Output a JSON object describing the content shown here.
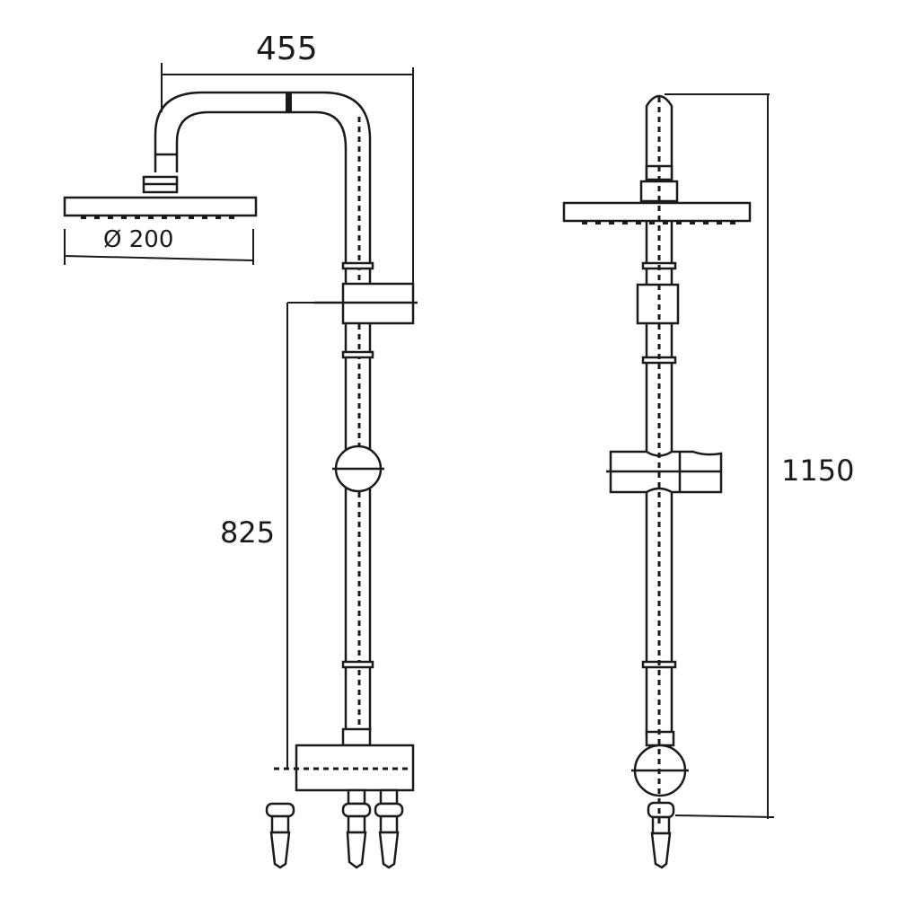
{
  "dimensions": {
    "arm_reach": "455",
    "head_diameter_symbol": "Ø",
    "head_diameter": "200",
    "outlet_height": "825",
    "overall_height": "1150"
  },
  "colors": {
    "line": "#1a1a1a",
    "background": "#ffffff"
  }
}
